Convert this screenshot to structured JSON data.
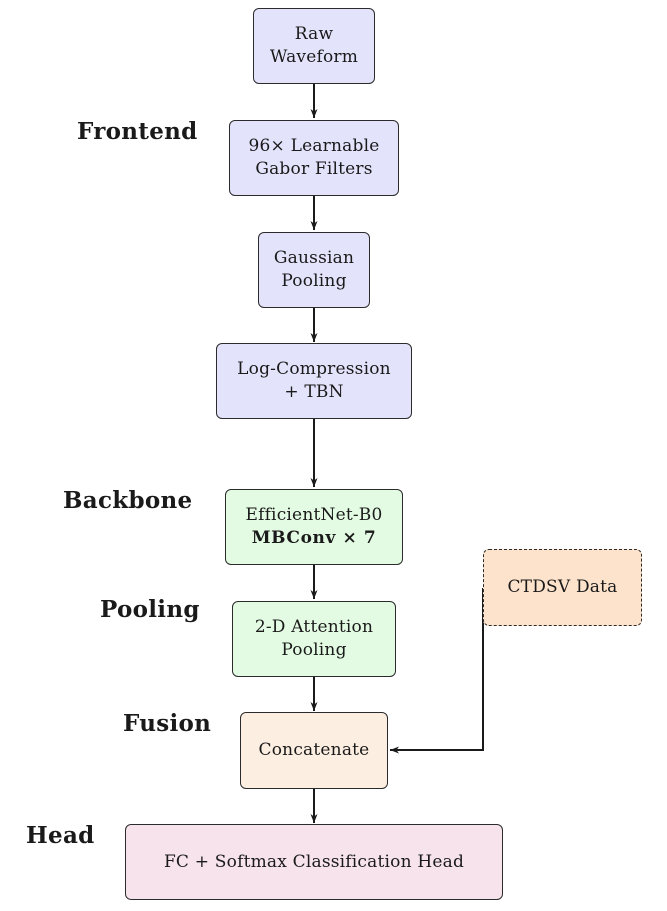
{
  "stages": {
    "frontend": "Frontend",
    "backbone": "Backbone",
    "pooling": "Pooling",
    "fusion": "Fusion",
    "head": "Head"
  },
  "nodes": {
    "raw_waveform": [
      "Raw",
      "Waveform"
    ],
    "gabor_filters": [
      "96× Learnable",
      "Gabor Filters"
    ],
    "gaussian_pooling": [
      "Gaussian",
      "Pooling"
    ],
    "log_compression": [
      "Log-Compression",
      "+ TBN"
    ],
    "efficientnet": [
      "EfficientNet-B0",
      "MBConv × 7"
    ],
    "attention_pooling": [
      "2-D Attention",
      "Pooling"
    ],
    "concatenate": "Concatenate",
    "ctdsv_data": "CTDSV Data",
    "classification_head": "FC + Softmax Classification Head"
  },
  "colors": {
    "frontend_fill": "#e3e3fb",
    "backbone_fill": "#e3fae3",
    "fusion_fill": "#fdeee2",
    "ctdsv_fill": "#fde3cc",
    "head_fill": "#f6e3eb",
    "stroke": "#2b2b2b"
  }
}
